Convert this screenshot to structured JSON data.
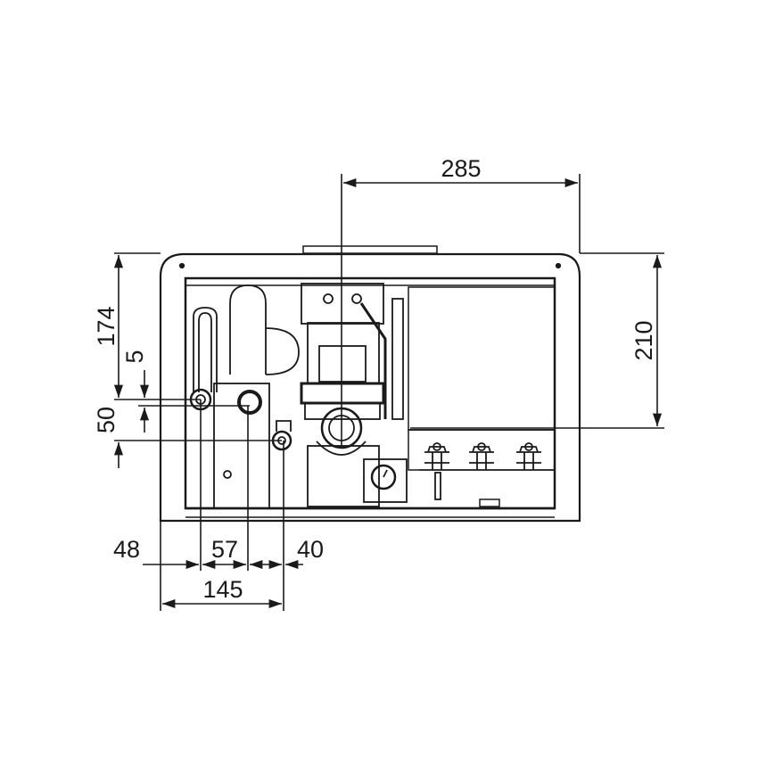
{
  "dimensions": {
    "width_offset": "285",
    "height_left_top": "174",
    "gap_small": "5",
    "height_left_bottom": "50",
    "height_right": "210",
    "bottom_a": "48",
    "bottom_b": "57",
    "bottom_c": "40",
    "bottom_total": "145"
  },
  "colors": {
    "line": "#1a1a1a",
    "background": "#ffffff"
  }
}
